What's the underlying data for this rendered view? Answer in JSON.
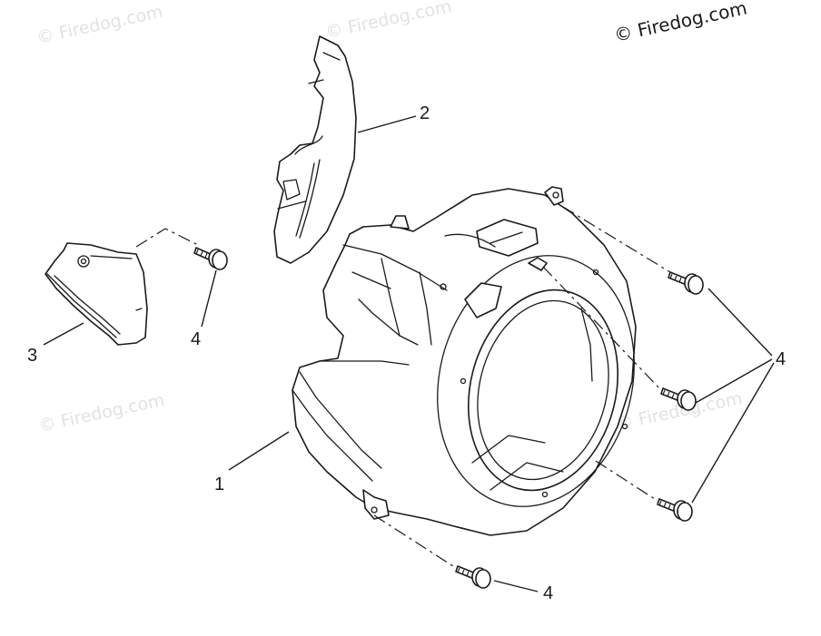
{
  "brand": {
    "copyright": "© Firedog.com"
  },
  "watermark": {
    "text": "© Firedog.com"
  },
  "callouts": {
    "shroud": "1",
    "baffle": "2",
    "cover_plate": "3",
    "bolt_left": "4",
    "bolt_group": "4",
    "bolt_bottom": "4"
  },
  "colors": {
    "ink": "#1a1a1a",
    "watermark": "#e2e2e2",
    "background": "#ffffff"
  }
}
